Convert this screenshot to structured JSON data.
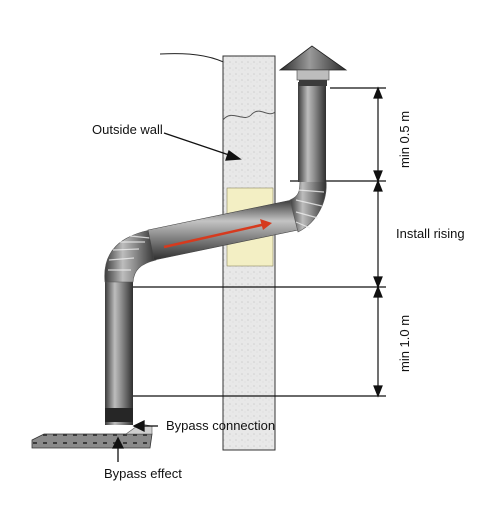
{
  "labels": {
    "outside_wall": "Outside wall",
    "install_rising": "Install rising",
    "min_upper": "min 0.5 m",
    "min_lower": "min 1.0 m",
    "bypass_connection": "Bypass connection",
    "bypass_effect": "Bypass effect"
  },
  "colors": {
    "flow_arrow": "#d63a1e",
    "pipe_dark": "#4a4a4a",
    "pipe_light": "#a9a9a9",
    "wall_fill": "#e6e6e6",
    "sleeve": "#f3efc4"
  },
  "icons": {
    "flow": "arrow-right-icon",
    "cap": "rain-cap-icon"
  }
}
